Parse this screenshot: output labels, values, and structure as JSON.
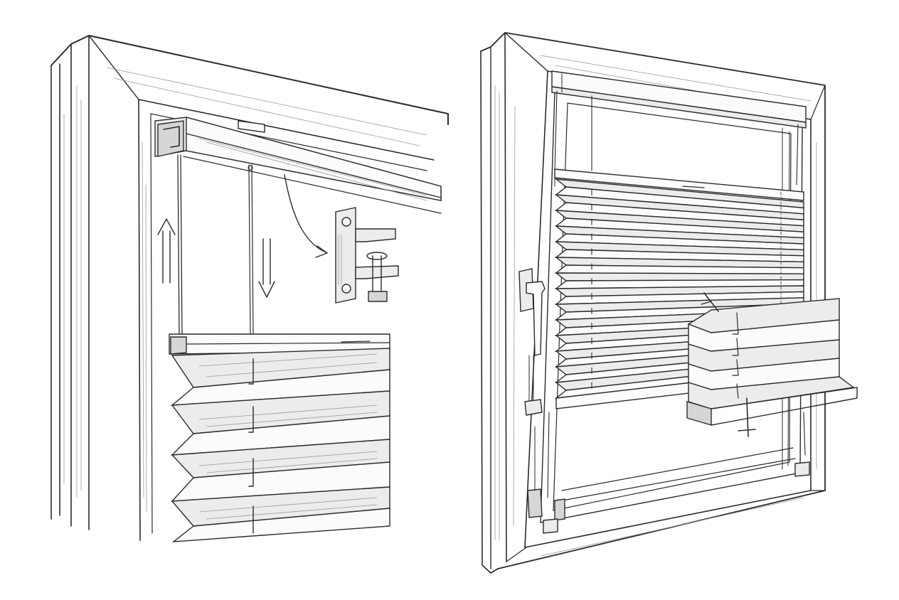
{
  "figure": {
    "panels": [
      {
        "id": "detail-view",
        "description_visible": false
      },
      {
        "id": "full-window-view",
        "description_visible": false
      }
    ],
    "left_fold_rows": 4,
    "right_blind_pleats": 14,
    "callout_pleats": 3
  },
  "colors": {
    "ink": "#2b2b2b",
    "paper": "#ffffff",
    "shade_light": "#ececec",
    "shade_dark": "#d6d6d6"
  }
}
